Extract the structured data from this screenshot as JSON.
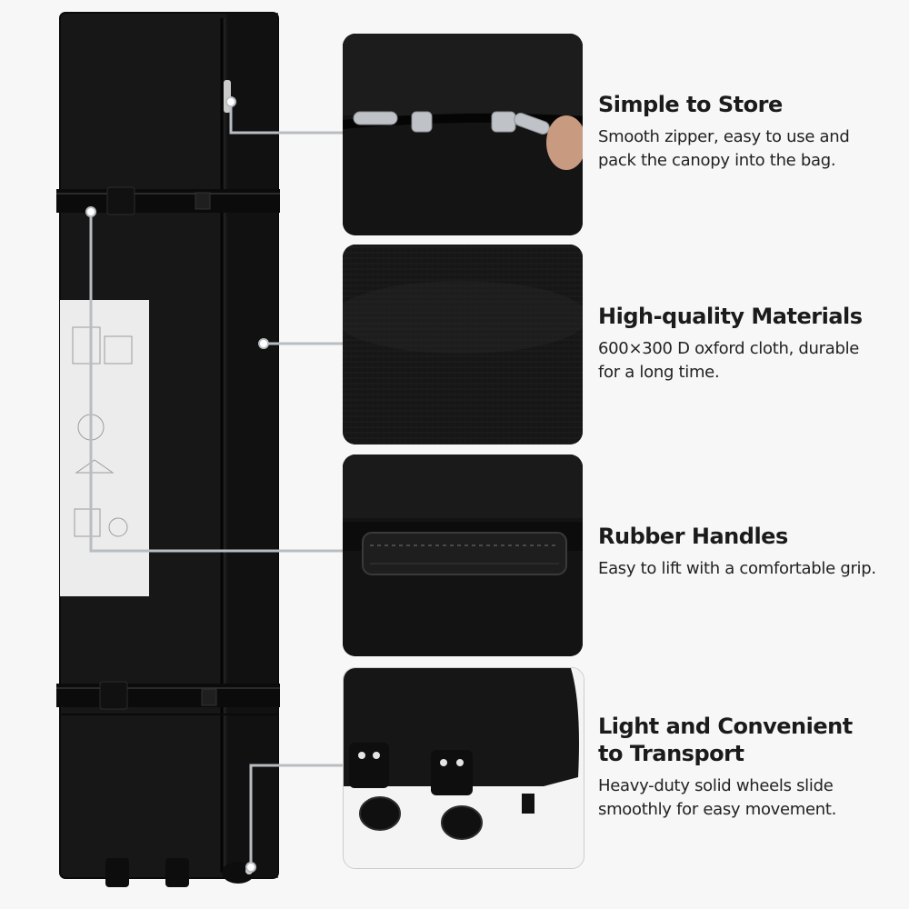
{
  "features": [
    {
      "title": "Simple to Store",
      "desc_lines": [
        "Smooth zipper, easy to use and",
        "pack the canopy into the bag."
      ]
    },
    {
      "title": "High-quality Materials",
      "desc_lines": [
        "600×300 D oxford cloth,  durable",
        "for a long time."
      ]
    },
    {
      "title": "Rubber Handles",
      "desc_lines": [
        "Easy to lift with a comfortable grip."
      ]
    },
    {
      "title_lines": [
        "Light and Convenient",
        "to Transport"
      ],
      "desc_lines": [
        "Heavy-duty solid wheels slide",
        "smoothly for easy movement."
      ]
    }
  ],
  "colors": {
    "background": "#f7f7f8",
    "bag": "#151515",
    "callout_line": "#b9bdc2",
    "text": "#1b1b1b"
  }
}
